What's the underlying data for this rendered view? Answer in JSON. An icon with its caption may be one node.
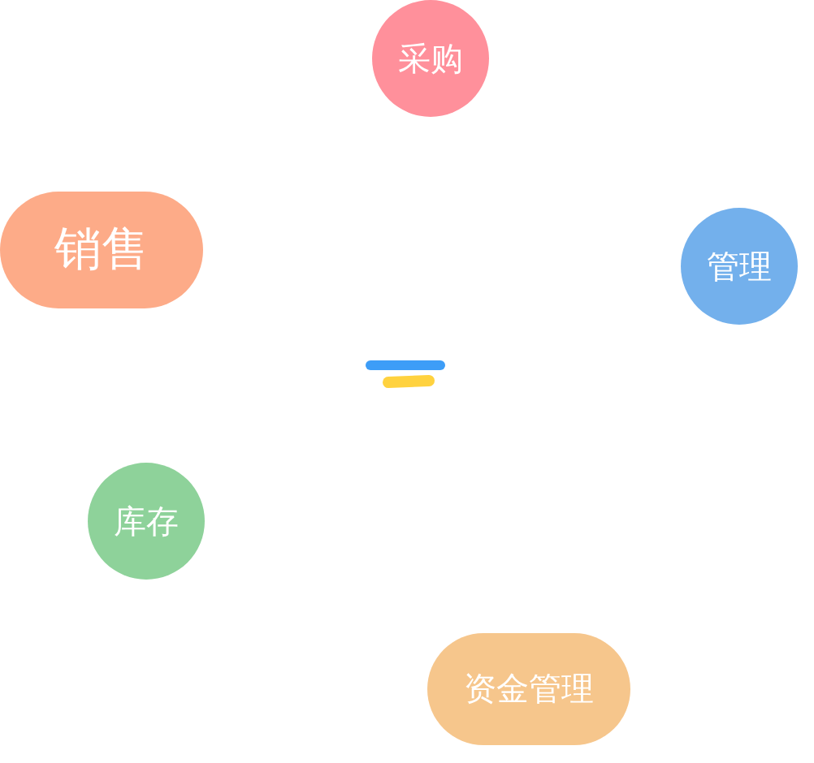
{
  "diagram": {
    "nodes": [
      {
        "text": [
          "采购"
        ]
      },
      {
        "text": [
          "销售"
        ]
      },
      {
        "text": [
          "管理"
        ]
      },
      {
        "text": [
          "库存"
        ]
      },
      {
        "text": [
          "资金管理"
        ]
      }
    ]
  }
}
